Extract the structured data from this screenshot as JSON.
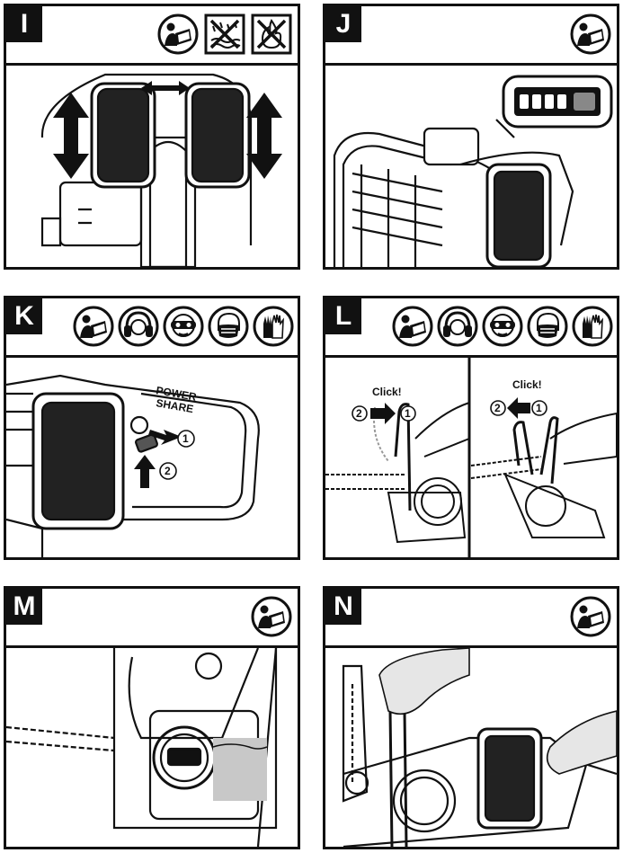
{
  "panels": [
    {
      "letter": "I",
      "icons": [
        "read-manual-icon",
        "no-rain-icon",
        "no-fire-icon"
      ]
    },
    {
      "letter": "J",
      "icons": [
        "read-manual-icon"
      ]
    },
    {
      "letter": "K",
      "icons": [
        "read-manual-icon",
        "ear-protection-icon",
        "eye-protection-icon",
        "dust-mask-icon",
        "gloves-icon"
      ],
      "labels": {
        "brand_top": "POWER",
        "brand_bottom": "SHARE",
        "step1": "1",
        "step2": "2"
      }
    },
    {
      "letter": "L",
      "icons": [
        "read-manual-icon",
        "ear-protection-icon",
        "eye-protection-icon",
        "dust-mask-icon",
        "gloves-icon"
      ],
      "labels": {
        "click_left": "Click!",
        "click_right": "Click!",
        "step1": "1",
        "step2": "2"
      }
    },
    {
      "letter": "M",
      "icons": [
        "read-manual-icon"
      ]
    },
    {
      "letter": "N",
      "icons": [
        "read-manual-icon"
      ]
    }
  ]
}
